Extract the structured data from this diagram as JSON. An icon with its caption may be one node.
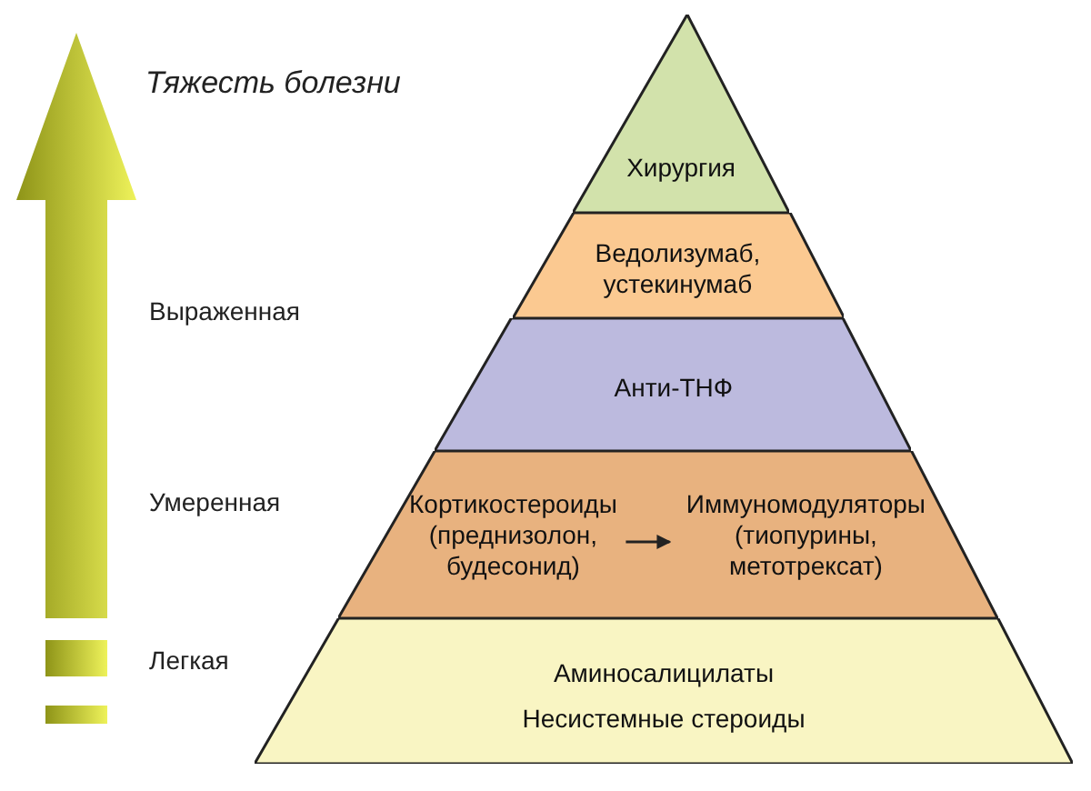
{
  "diagram": {
    "nodes": [
      {
        "text": [
          "Хирургия"
        ]
      },
      {
        "text": [
          "Ведолизумаб, устекинумаб"
        ]
      },
      {
        "text": [
          "Анти-ТНФ"
        ]
      },
      {
        "text": [],
        "shape": "band"
      },
      {
        "text": [
          "Кортикостероиды (преднизолон, будесонид)"
        ],
        "in": 3
      },
      {
        "text": [
          "Иммуномодуляторы (тиопурины, метотрексат)"
        ],
        "in": 3
      },
      {
        "text": [
          "Аминосалицилаты",
          "Несистемные стероиды"
        ]
      }
    ],
    "edges": [
      {
        "from": 4,
        "to": 5,
        "arrow": "to"
      }
    ],
    "labels": [
      "Тяжесть болезни",
      "Выраженная",
      "Умеренная",
      "Легкая"
    ]
  }
}
